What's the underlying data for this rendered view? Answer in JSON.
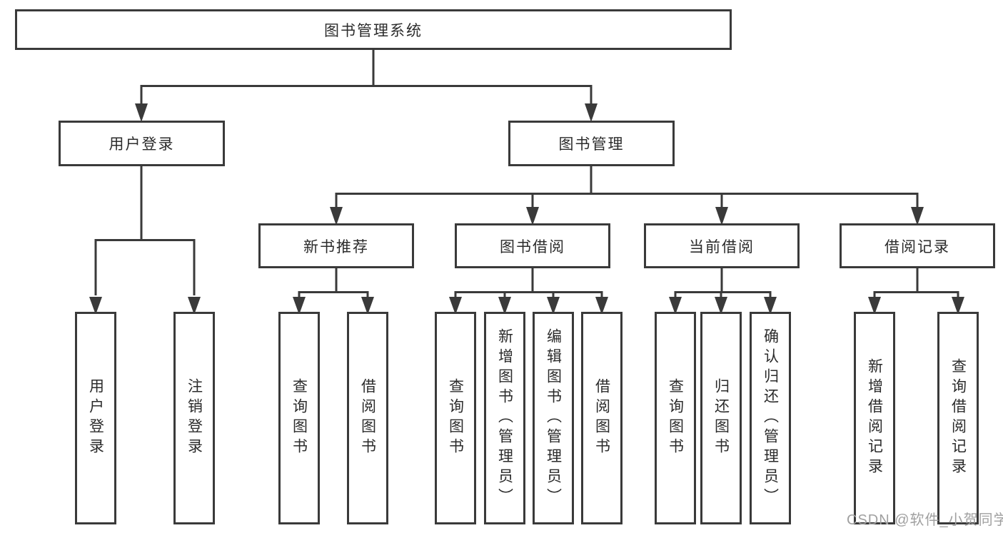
{
  "tree": {
    "label": "图书管理系统",
    "children": [
      {
        "label": "用户登录",
        "children": [
          {
            "label": "用户登录"
          },
          {
            "label": "注销登录"
          }
        ]
      },
      {
        "label": "图书管理",
        "children": [
          {
            "label": "新书推荐",
            "children": [
              {
                "label": "查询图书"
              },
              {
                "label": "借阅图书"
              }
            ]
          },
          {
            "label": "图书借阅",
            "children": [
              {
                "label": "查询图书"
              },
              {
                "label": "新增图书（管理员）"
              },
              {
                "label": "编辑图书（管理员）"
              },
              {
                "label": "借阅图书"
              }
            ]
          },
          {
            "label": "当前借阅",
            "children": [
              {
                "label": "查询图书"
              },
              {
                "label": "归还图书"
              },
              {
                "label": "确认归还（管理员）"
              }
            ]
          },
          {
            "label": "借阅记录",
            "children": [
              {
                "label": "新增借阅记录"
              },
              {
                "label": "查询借阅记录"
              }
            ]
          }
        ]
      }
    ]
  },
  "watermark": {
    "text": "CSDN @软件_小贺同学"
  },
  "colors": {
    "line": "#3a3a3a",
    "box_border": "#3a3a3a",
    "text": "#2b2b2b",
    "watermark": "#a0a0a0",
    "background": "#ffffff"
  }
}
